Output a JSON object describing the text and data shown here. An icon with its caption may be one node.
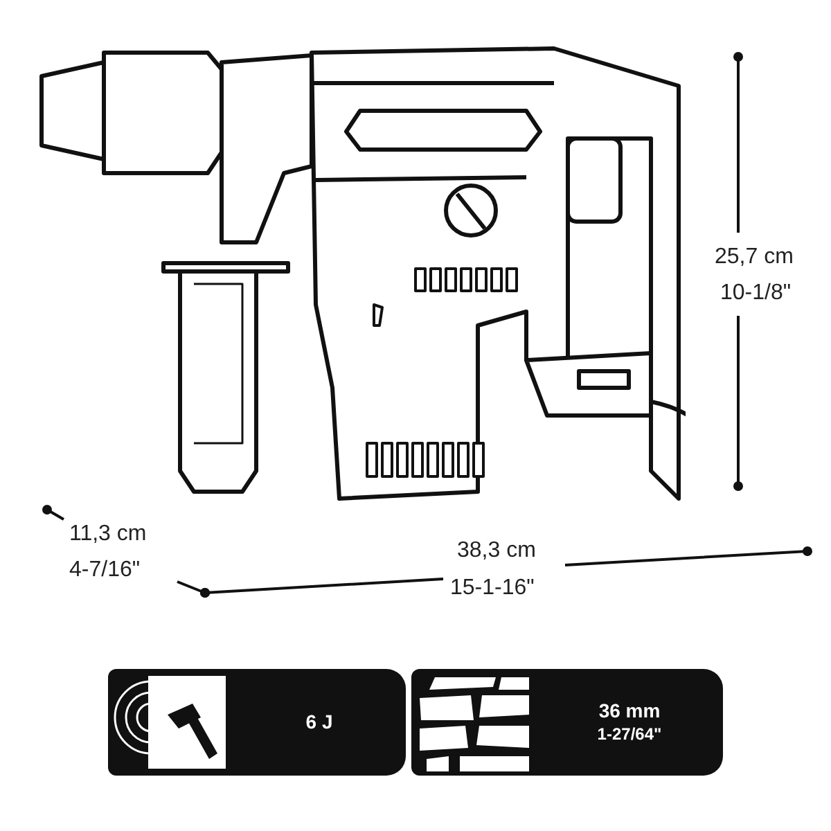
{
  "diagram": {
    "nodes": [
      {
        "text": [
          "6 J"
        ]
      },
      {
        "text": [
          "36 mm",
          "1-27/64\""
        ]
      }
    ],
    "labels": [
      "25,7 cm",
      "10-1/8\"",
      "11,3 cm",
      "4-7/16\"",
      "38,3 cm",
      "15-1-16\""
    ]
  }
}
